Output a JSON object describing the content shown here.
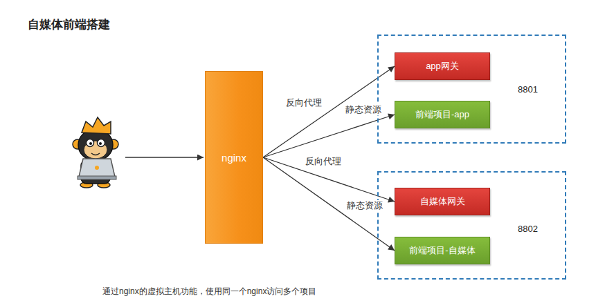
{
  "diagram": {
    "title": "自媒体前端搭建",
    "caption": "通过nginx的虚拟主机功能，使用同一个nginx访问多个项目",
    "nodes": [
      {
        "text": [
          "nginx"
        ]
      },
      {
        "text": [
          "8801"
        ]
      },
      {
        "text": [
          "app网关"
        ],
        "in": 1
      },
      {
        "text": [
          "前端项目-app"
        ],
        "in": 1
      },
      {
        "text": [
          "8802"
        ]
      },
      {
        "text": [
          "自媒体网关"
        ],
        "in": 4
      },
      {
        "text": [
          "前端项目-自媒体"
        ],
        "in": 4
      }
    ],
    "edges": [
      {
        "from": 0,
        "to": 2,
        "arrow": "to",
        "label": "反向代理"
      },
      {
        "from": 0,
        "to": 3,
        "arrow": "to",
        "label": "静态资源"
      },
      {
        "from": 0,
        "to": 5,
        "arrow": "to",
        "label": "反向代理"
      },
      {
        "from": 0,
        "to": 6,
        "arrow": "to",
        "label": "静态资源"
      }
    ]
  }
}
